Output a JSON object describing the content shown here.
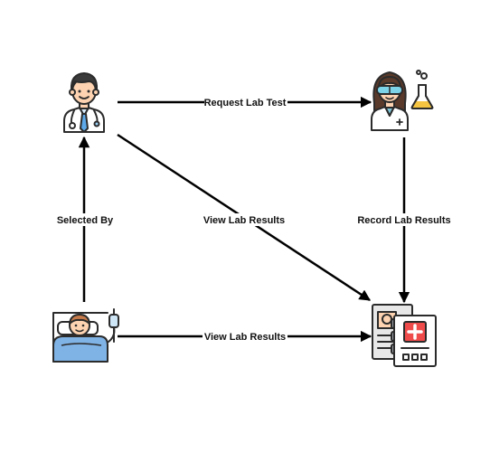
{
  "nodes": {
    "doctor": {
      "icon": "doctor-icon"
    },
    "lab_technician": {
      "icon": "lab-technician-icon"
    },
    "patient": {
      "icon": "patient-in-bed-icon"
    },
    "lab_results": {
      "icon": "medical-records-icon"
    }
  },
  "edges": {
    "request_lab_test": "Request Lab Test",
    "record_lab_results": "Record Lab Results",
    "selected_by": "Selected By",
    "doctor_view_lab_results": "View Lab Results",
    "patient_view_lab_results": "View Lab Results"
  },
  "colors": {
    "skin": "#FDD3B1",
    "hair": "#3A3A3A",
    "outline": "#2B2B2B",
    "blanket": "#7FB2E5",
    "tie": "#5DA9E9",
    "goggles": "#7DD3E8",
    "flask_liquid": "#F5C542",
    "document_red": "#EF4B4B",
    "document_paper": "#FFFFFF"
  }
}
